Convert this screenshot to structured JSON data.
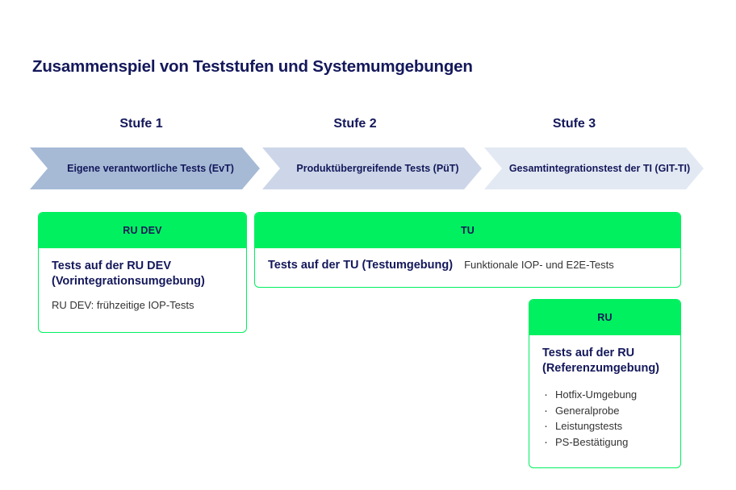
{
  "title": "Zusammenspiel von Teststufen und Systemumgebungen",
  "colors": {
    "navy": "#14185a",
    "green": "#00f05f",
    "arrow_1": "#a6bad6",
    "arrow_2": "#ccd6e8",
    "arrow_3": "#e3e9f3",
    "body_text": "#333333"
  },
  "stages": [
    {
      "caption": "Stufe 1",
      "arrow_label": "Eigene verantwortliche Tests (EvT)"
    },
    {
      "caption": "Stufe 2",
      "arrow_label": "Produktübergreifende Tests (PüT)"
    },
    {
      "caption": "Stufe 3",
      "arrow_label": "Gesamtintegrationstest der TI (GIT-TI)"
    }
  ],
  "environments": [
    {
      "header": "RU DEV",
      "heading": "Tests auf der RU DEV (Vorintegrationsumgebung)",
      "note": "RU DEV: frühzeitige IOP-Tests",
      "bullets": []
    },
    {
      "header": "TU",
      "heading": "Tests auf der TU (Testumgebung)",
      "note": "Funktionale IOP- und E2E-Tests",
      "bullets": []
    },
    {
      "header": "RU",
      "heading": "Tests auf der RU (Referenzumgebung)",
      "note": "",
      "bullets": [
        "Hotfix-Umgebung",
        "Generalprobe",
        "Leistungstests",
        "PS-Bestätigung"
      ]
    }
  ]
}
